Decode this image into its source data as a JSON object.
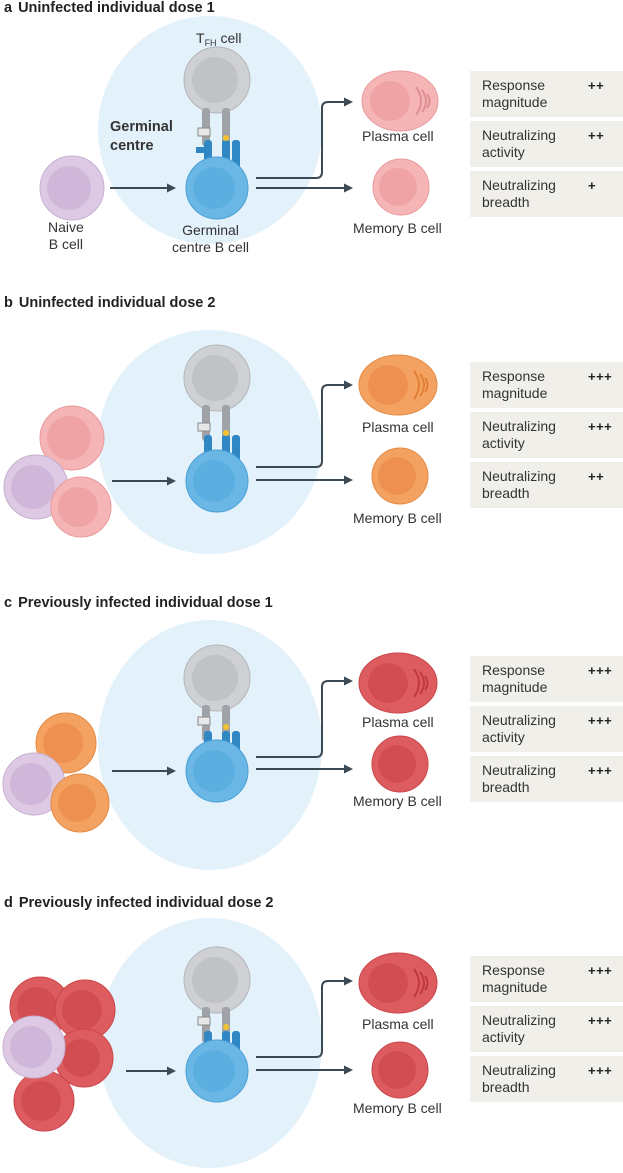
{
  "colors": {
    "germinal_centre_bg": "#e3f1fb",
    "naive_b_cell": "#ddc9e3",
    "tfh_cell": "#cfd0d3",
    "germinal_centre_b_cell": "#6ab7e6",
    "dose1_cells": "#f5b5b6",
    "dose2_cells": "#f3a262",
    "infected_dose1_cells": "#dd5c5f",
    "infected_dose2_cells": "#dd5c5f",
    "arrow": "#3b4a55",
    "table_bg": "#f1efe9"
  },
  "labels": {
    "tfh_main": "T",
    "tfh_sub": "FH",
    "tfh_suffix": " cell",
    "germinal_centre": [
      "Germinal",
      "centre"
    ],
    "naive_b_cell": [
      "Naive",
      "B cell"
    ],
    "germinal_centre_b_cell": [
      "Germinal",
      "centre B cell"
    ],
    "plasma_cell": "Plasma cell",
    "memory_b_cell": "Memory B cell"
  },
  "panels": [
    {
      "letter": "a",
      "title": "Uninfected individual dose 1",
      "metrics": [
        {
          "name": [
            "Response",
            "magnitude"
          ],
          "score": "++"
        },
        {
          "name": [
            "Neutralizing",
            "activity"
          ],
          "score": "++"
        },
        {
          "name": [
            "Neutralizing",
            "breadth"
          ],
          "score": "+"
        }
      ]
    },
    {
      "letter": "b",
      "title": "Uninfected individual dose 2",
      "metrics": [
        {
          "name": [
            "Response",
            "magnitude"
          ],
          "score": "+++"
        },
        {
          "name": [
            "Neutralizing",
            "activity"
          ],
          "score": "+++"
        },
        {
          "name": [
            "Neutralizing",
            "breadth"
          ],
          "score": "++"
        }
      ]
    },
    {
      "letter": "c",
      "title": "Previously infected individual dose 1",
      "metrics": [
        {
          "name": [
            "Response",
            "magnitude"
          ],
          "score": "+++"
        },
        {
          "name": [
            "Neutralizing",
            "activity"
          ],
          "score": "+++"
        },
        {
          "name": [
            "Neutralizing",
            "breadth"
          ],
          "score": "+++"
        }
      ]
    },
    {
      "letter": "d",
      "title": "Previously infected individual dose 2",
      "metrics": [
        {
          "name": [
            "Response",
            "magnitude"
          ],
          "score": "+++"
        },
        {
          "name": [
            "Neutralizing",
            "activity"
          ],
          "score": "+++"
        },
        {
          "name": [
            "Neutralizing",
            "breadth"
          ],
          "score": "+++"
        }
      ]
    }
  ]
}
